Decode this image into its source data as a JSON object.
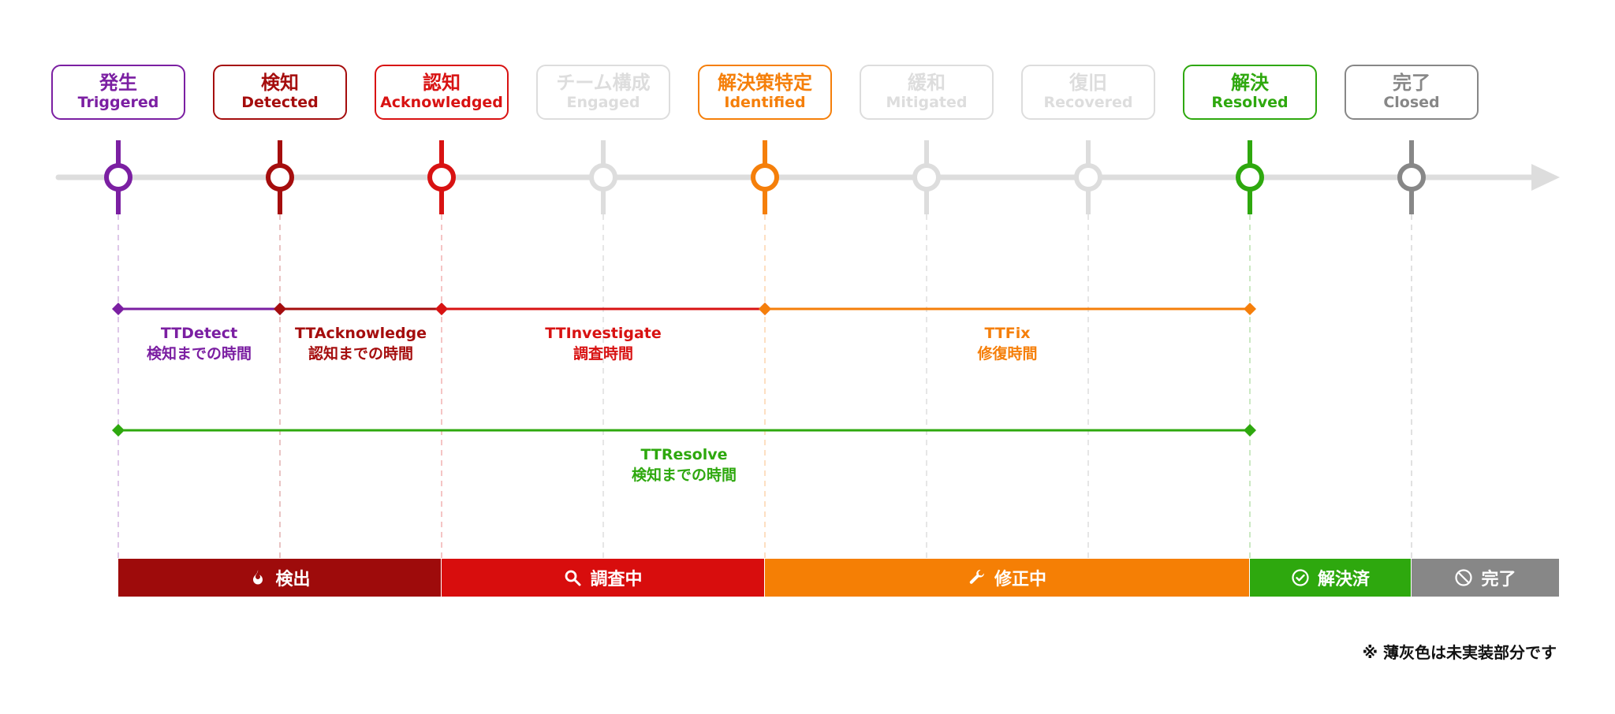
{
  "stages": [
    {
      "id": "triggered",
      "ja": "発生",
      "en": "Triggered",
      "color": "#7b1fa2",
      "implemented": true
    },
    {
      "id": "detected",
      "ja": "検知",
      "en": "Detected",
      "color": "#a50d0d",
      "implemented": true
    },
    {
      "id": "acknowledged",
      "ja": "認知",
      "en": "Acknowledged",
      "color": "#d81212",
      "implemented": true
    },
    {
      "id": "engaged",
      "ja": "チーム構成",
      "en": "Engaged",
      "color": "#dddddd",
      "implemented": false
    },
    {
      "id": "identified",
      "ja": "解決策特定",
      "en": "Identified",
      "color": "#f57f0a",
      "implemented": true
    },
    {
      "id": "mitigated",
      "ja": "緩和",
      "en": "Mitigated",
      "color": "#dddddd",
      "implemented": false
    },
    {
      "id": "recovered",
      "ja": "復旧",
      "en": "Recovered",
      "color": "#dddddd",
      "implemented": false
    },
    {
      "id": "resolved",
      "ja": "解決",
      "en": "Resolved",
      "color": "#2ea80e",
      "implemented": true
    },
    {
      "id": "closed",
      "ja": "完了",
      "en": "Closed",
      "color": "#878787",
      "implemented": true
    }
  ],
  "metrics": [
    {
      "id": "ttdetect",
      "name": "TTDetect",
      "desc": "検知までの時間",
      "from": 0,
      "to": 1,
      "color": "#7b1fa2",
      "row": 0
    },
    {
      "id": "ttacknowledge",
      "name": "TTAcknowledge",
      "desc": "認知までの時間",
      "from": 1,
      "to": 2,
      "color": "#a50d0d",
      "row": 0
    },
    {
      "id": "ttinvestigate",
      "name": "TTInvestigate",
      "desc": "調査時間",
      "from": 2,
      "to": 4,
      "color": "#d81212",
      "row": 0
    },
    {
      "id": "ttfix",
      "name": "TTFix",
      "desc": "修復時間",
      "from": 4,
      "to": 7,
      "color": "#f57f0a",
      "row": 0
    },
    {
      "id": "ttresolve",
      "name": "TTResolve",
      "desc": "検知までの時間",
      "from": 0,
      "to": 7,
      "color": "#2ea80e",
      "row": 1
    }
  ],
  "phases": [
    {
      "id": "detection",
      "label": "検出",
      "icon": "fire-icon",
      "from": 0,
      "to": 2,
      "color": "#9e0b0b"
    },
    {
      "id": "investigating",
      "label": "調査中",
      "icon": "search-icon",
      "from": 2,
      "to": 4,
      "color": "#d80d0d"
    },
    {
      "id": "fixing",
      "label": "修正中",
      "icon": "wrench-icon",
      "from": 4,
      "to": 7,
      "color": "#f57f05"
    },
    {
      "id": "resolved",
      "label": "解決済",
      "icon": "check-circle-icon",
      "from": 7,
      "to": 8,
      "color": "#2ea80e"
    },
    {
      "id": "closed",
      "label": "完了",
      "icon": "ban-icon",
      "from": 8,
      "to": 9,
      "color": "#878787"
    }
  ],
  "note": "※ 薄灰色は未実装部分です"
}
